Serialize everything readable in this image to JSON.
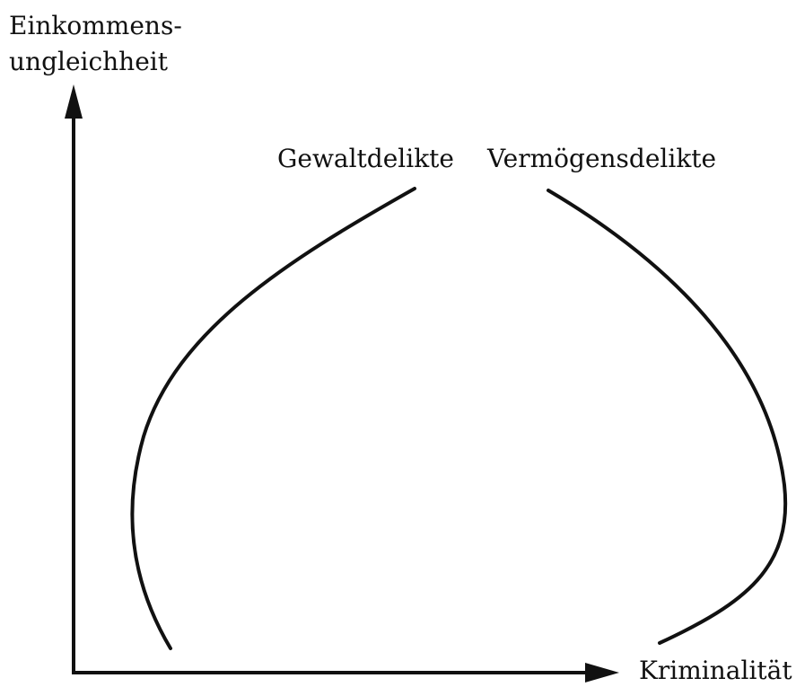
{
  "axes": {
    "y_label_line1": "Einkommens-",
    "y_label_line2": "ungleichheit",
    "x_label": "Kriminalität"
  },
  "curves": {
    "violent_label": "Gewaltdelikte",
    "property_label": "Vermögensdelikte"
  },
  "colors": {
    "ink": "#111111",
    "background": "#ffffff"
  }
}
